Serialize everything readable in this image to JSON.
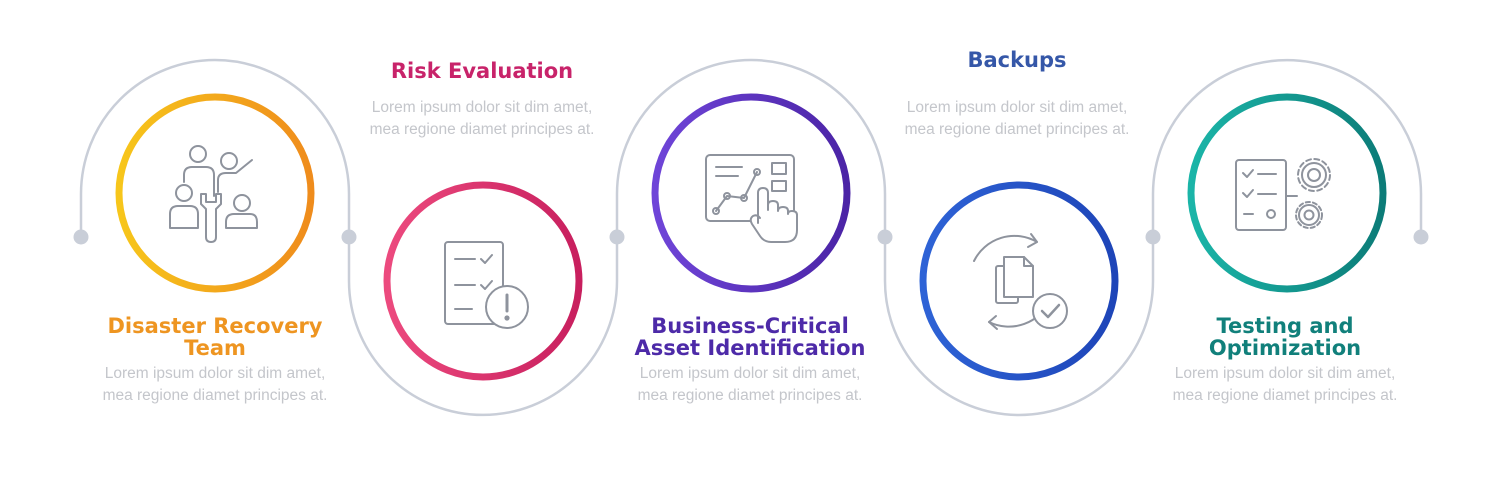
{
  "steps": [
    {
      "title": "Disaster Recovery Team",
      "desc": "Lorem ipsum dolor sit dim amet, mea regione diamet principes at.",
      "color_start": "#f7c61b",
      "color_end": "#ef8c1c",
      "title_color": "#ee9521",
      "icon": "team-wrench-icon"
    },
    {
      "title": "Risk Evaluation",
      "desc": "Lorem ipsum dolor sit dim amet, mea regione diamet principes at.",
      "color_start": "#ec4a7e",
      "color_end": "#c81f5e",
      "title_color": "#c8236a",
      "icon": "checklist-warning-icon"
    },
    {
      "title": "Business-Critical Asset Identification",
      "desc": "Lorem ipsum dolor sit dim amet, mea regione diamet principes at.",
      "color_start": "#6f45d8",
      "color_end": "#4b24a6",
      "title_color": "#4d2aa8",
      "icon": "touch-dashboard-icon"
    },
    {
      "title": "Backups",
      "desc": "Lorem ipsum dolor sit dim amet, mea regione diamet principes at.",
      "color_start": "#2e63d6",
      "color_end": "#1e45b8",
      "title_color": "#3557a8",
      "icon": "backup-sync-icon"
    },
    {
      "title": "Testing and Optimization",
      "desc": "Lorem ipsum dolor sit dim amet, mea regione diamet principes at.",
      "color_start": "#1bb5a8",
      "color_end": "#0c7c78",
      "title_color": "#11807b",
      "icon": "checklist-gears-icon"
    }
  ],
  "track_color": "#c9ced8",
  "icon_color": "#8e939d"
}
